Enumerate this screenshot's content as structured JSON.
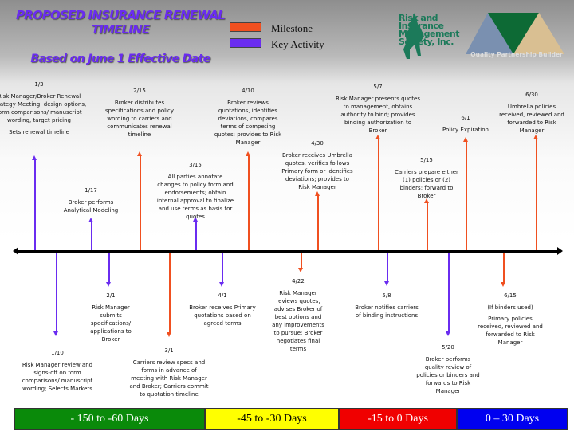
{
  "header": {
    "title": "PROPOSED INSURANCE RENEWAL TIMELINE",
    "subtitle": "Based on June 1 Effective Date"
  },
  "legend": [
    {
      "label": "Milestone",
      "color": "#f05020"
    },
    {
      "label": "Key Activity",
      "color": "#6a2cf0"
    }
  ],
  "logos": {
    "rims": "Risk and Insurance Management Society, Inc.",
    "qpb": "Quality Partnership Builder"
  },
  "events_above": [
    {
      "date": "1/3",
      "text": "Risk Manager/Broker Renewal Strategy Meeting: design options, form comparisons/ manuscript wording, target pricing",
      "extra": "Sets renewal timeline",
      "type": "key"
    },
    {
      "date": "1/17",
      "text": "Broker performs Analytical Modeling",
      "type": "key"
    },
    {
      "date": "2/15",
      "text": "Broker distributes specifications and policy wording to carriers and communicates renewal timeline",
      "type": "milestone"
    },
    {
      "date": "3/15",
      "text": "All parties annotate changes to policy form and endorsements; obtain internal approval to finalize and use terms as basis for quotes",
      "type": "key"
    },
    {
      "date": "4/10",
      "text": "Broker reviews quotations, identifies deviations, compares terms of competing quotes; provides to Risk Manager",
      "type": "milestone"
    },
    {
      "date": "4/30",
      "text": "Broker receives Umbrella quotes, verifies follows Primary form or identifies deviations; provides to Risk Manager",
      "type": "milestone"
    },
    {
      "date": "5/7",
      "text": "Risk Manager presents quotes to management, obtains authority to bind; provides binding authorization to Broker",
      "type": "milestone"
    },
    {
      "date": "5/15",
      "text": "Carriers prepare either (1) policies or (2) binders; forward to Broker",
      "type": "milestone"
    },
    {
      "date": "6/1",
      "text": "Policy Expiration",
      "type": "milestone"
    },
    {
      "date": "6/30",
      "text": "Umbrella policies received, reviewed and forwarded to Risk Manager",
      "type": "milestone"
    }
  ],
  "events_below": [
    {
      "date": "1/10",
      "text": "Risk Manager review and signs-off on form comparisons/ manuscript wording; Selects Markets",
      "type": "key"
    },
    {
      "date": "2/1",
      "text": "Risk Manager submits specifications/ applications to Broker",
      "type": "key"
    },
    {
      "date": "3/1",
      "text": "Carriers review specs and forms in advance of meeting with Risk Manager and Broker; Carriers commit to quotation timeline",
      "type": "milestone"
    },
    {
      "date": "4/1",
      "text": "Broker receives Primary quotations based on agreed terms",
      "type": "key"
    },
    {
      "date": "4/22",
      "text": "Risk Manager reviews quotes, advises Broker of best options and any improvements to pursue; Broker negotiates final terms",
      "type": "milestone"
    },
    {
      "date": "5/8",
      "text": "Broker notifies carriers of binding instructions",
      "type": "key"
    },
    {
      "date": "5/20",
      "text": "Broker performs quality review of policies or binders and forwards to Risk Manager",
      "type": "key"
    },
    {
      "date": "6/15",
      "text": "(If binders used)",
      "extra": "Primary policies received, reviewed and forwarded to Risk Manager",
      "type": "milestone"
    }
  ],
  "phases": [
    {
      "label": "- 150 to -60 Days",
      "color": "#0a8a0a"
    },
    {
      "label": "-45 to -30 Days",
      "color": "#ffff00"
    },
    {
      "label": "-15 to 0 Days",
      "color": "#f00000"
    },
    {
      "label": "0 – 30 Days",
      "color": "#0000f0"
    }
  ]
}
